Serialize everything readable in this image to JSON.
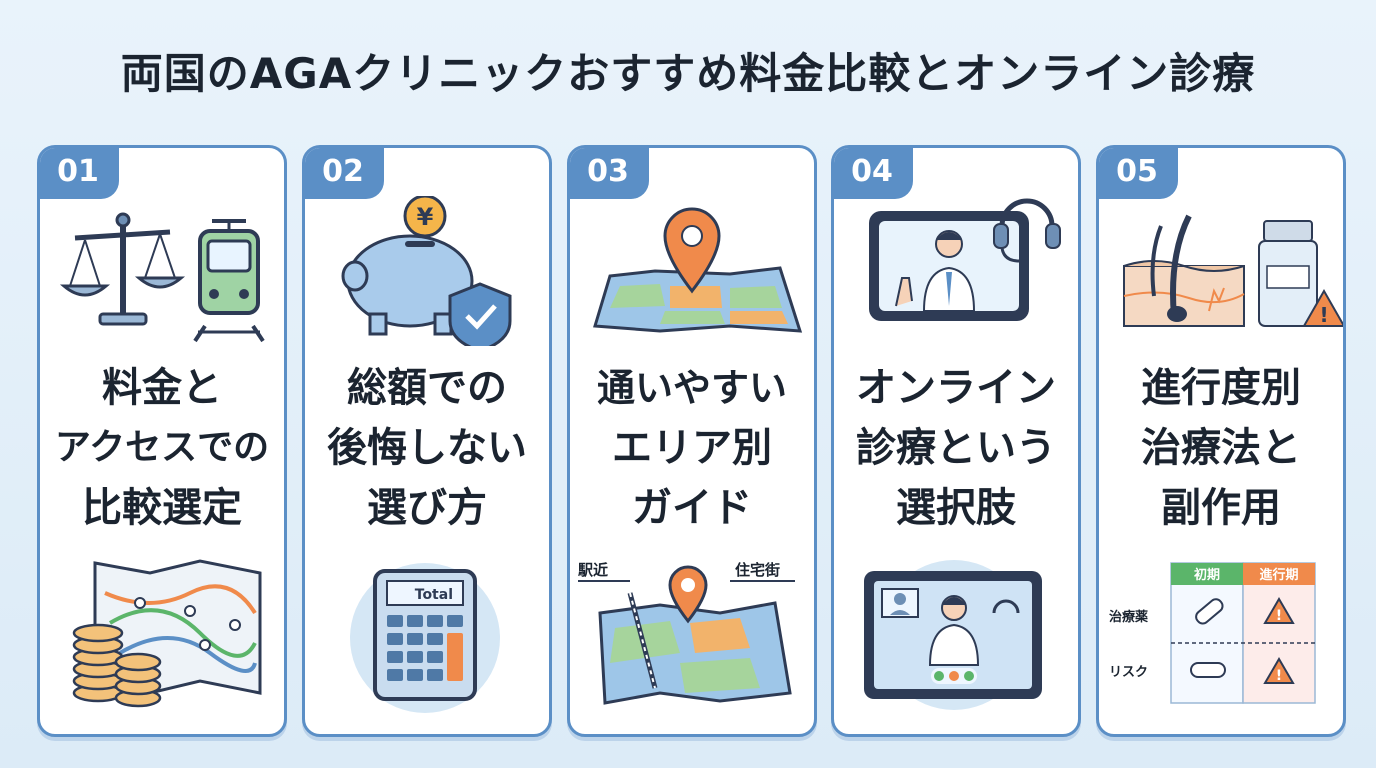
{
  "title": "両国のAGAクリニックおすすめ料金比較とオンライン診療",
  "cards": [
    {
      "number": "01",
      "lines": [
        "料金と",
        "アクセスでの",
        "比較選定"
      ]
    },
    {
      "number": "02",
      "lines": [
        "総額での",
        "後悔しない",
        "選び方"
      ],
      "yen_symbol": "¥",
      "calculator_label": "Total"
    },
    {
      "number": "03",
      "lines": [
        "通いやすい",
        "エリア別",
        "ガイド"
      ],
      "map_labels": [
        "駅近",
        "住宅街"
      ]
    },
    {
      "number": "04",
      "lines": [
        "オンライン",
        "診療という",
        "選択肢"
      ]
    },
    {
      "number": "05",
      "lines": [
        "進行度別",
        "治療法と",
        "副作用"
      ],
      "table": {
        "columns": [
          "初期",
          "進行期"
        ],
        "rows": [
          "治療薬",
          "リスク"
        ]
      }
    }
  ],
  "colors": {
    "accent": "#5b8fc6",
    "orange": "#f08a4b",
    "navy": "#2e3b55"
  }
}
